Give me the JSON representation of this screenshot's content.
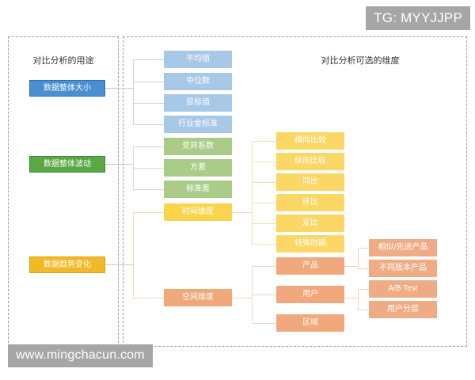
{
  "watermarks": {
    "top": "TG: MYYJJPP",
    "bottom": "www.mingchacun.com"
  },
  "panels": {
    "left_title": "对比分析的用途",
    "right_title": "对比分析可选的维度"
  },
  "purposes": [
    {
      "id": "size",
      "label": "数据整体大小",
      "color": "#4a8fd0"
    },
    {
      "id": "vol",
      "label": "数据整体波动",
      "color": "#5aa845"
    },
    {
      "id": "trend",
      "label": "数据趋势变化",
      "color": "#f2b927"
    }
  ],
  "level2": {
    "size": [
      {
        "label": "平均值",
        "color": "#a8c8e8"
      },
      {
        "label": "中位数",
        "color": "#a8c8e8"
      },
      {
        "label": "目标值",
        "color": "#a8c8e8"
      },
      {
        "label": "行业金标准",
        "color": "#a8c8e8"
      }
    ],
    "vol": [
      {
        "label": "变异系数",
        "color": "#a9cd88"
      },
      {
        "label": "方差",
        "color": "#a9cd88"
      },
      {
        "label": "标准差",
        "color": "#a9cd88"
      }
    ],
    "trend": [
      {
        "label": "时间维度",
        "color": "#fbd44e"
      },
      {
        "label": "空间维度",
        "color": "#f0a878"
      }
    ]
  },
  "level3": {
    "time": [
      {
        "label": "横向比较",
        "color": "#fbd766"
      },
      {
        "label": "纵向比较",
        "color": "#fbd766"
      },
      {
        "label": "同比",
        "color": "#fbd766"
      },
      {
        "label": "环比",
        "color": "#fbd766"
      },
      {
        "label": "定比",
        "color": "#fbd766"
      },
      {
        "label": "特殊时期",
        "color": "#fbd766"
      }
    ],
    "space": [
      {
        "label": "产品",
        "color": "#f0a87c"
      },
      {
        "label": "用户",
        "color": "#f0a87c"
      },
      {
        "label": "区域",
        "color": "#f0a87c"
      }
    ]
  },
  "level4": {
    "product": [
      {
        "label": "相似/先进产品",
        "color": "#efac84"
      },
      {
        "label": "不同版本产品",
        "color": "#efac84"
      }
    ],
    "user": [
      {
        "label": "A/B Test",
        "color": "#efac84"
      },
      {
        "label": "用户分层",
        "color": "#efac84"
      }
    ]
  }
}
